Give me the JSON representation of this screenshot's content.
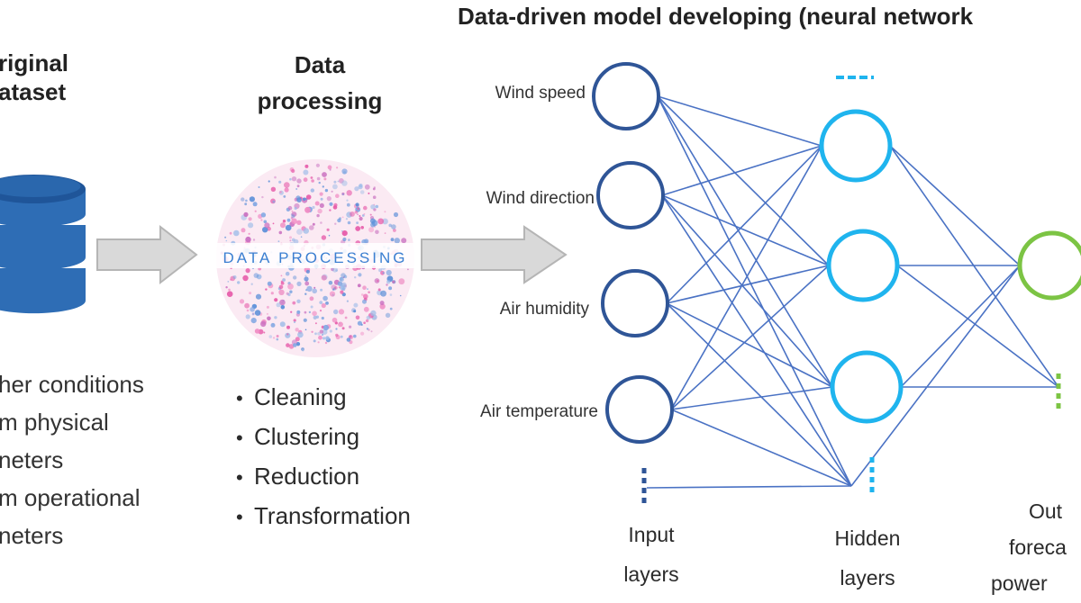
{
  "diagram": {
    "dataset_title": [
      "riginal",
      "ataset"
    ],
    "dataset_caption": [
      "her conditions",
      "m physical",
      "neters",
      "m operational",
      "neters"
    ],
    "processing_title": [
      "Data",
      "processing"
    ],
    "processing_badge": "DATA PROCESSING",
    "processing_steps": [
      "Cleaning",
      "Clustering",
      "Reduction",
      "Transformation"
    ],
    "model_title": "Data-driven model developing (neural network",
    "input_labels": [
      "Wind speed",
      "Wind direction",
      "Air humidity",
      "Air temperature"
    ],
    "input_caption": [
      "Input",
      "layers"
    ],
    "hidden_caption": [
      "Hidden",
      "layers"
    ],
    "output_caption": [
      "Out",
      "foreca",
      "power"
    ]
  },
  "colors": {
    "input_node": "#2f5597",
    "hidden_node": "#1fb4ee",
    "output_node": "#7cc444",
    "edge": "#4a72c4",
    "arrow_fill": "#d9d9d9",
    "arrow_stroke": "#b5b5b5",
    "database": "#2e6db5"
  }
}
